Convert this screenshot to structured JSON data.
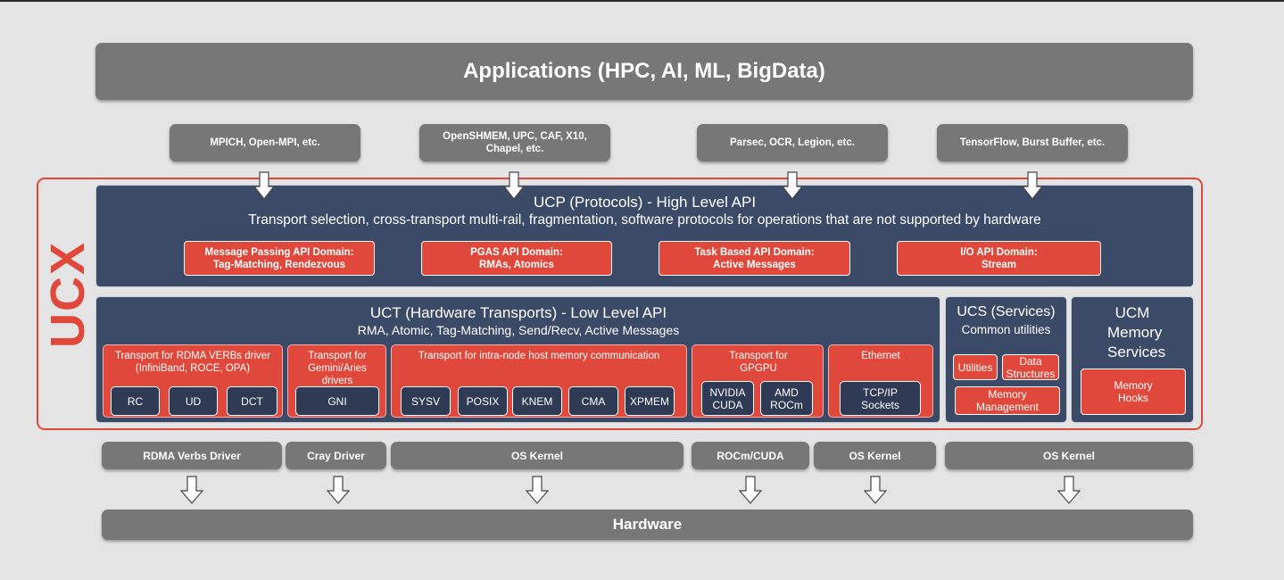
{
  "applications": "Applications (HPC, AI, ML, BigData)",
  "frameworks": [
    "MPICH, Open-MPI, etc.",
    "OpenSHMEM, UPC, CAF, X10, Chapel, etc.",
    "Parsec, OCR, Legion, etc.",
    "TensorFlow, Burst Buffer, etc."
  ],
  "ucx_label": "UCX",
  "ucp": {
    "title": "UCP (Protocols) - High Level API",
    "subtitle": "Transport selection, cross-transport multi-rail, fragmentation, software protocols for operations that are not supported by hardware",
    "domains": [
      {
        "line1": "Message Passing API Domain:",
        "line2": "Tag-Matching, Rendezvous"
      },
      {
        "line1": "PGAS API Domain:",
        "line2": "RMAs, Atomics"
      },
      {
        "line1": "Task Based API Domain:",
        "line2": "Active Messages"
      },
      {
        "line1": "I/O API Domain:",
        "line2": "Stream"
      }
    ]
  },
  "uct": {
    "title": "UCT (Hardware Transports) - Low Level API",
    "subtitle": "RMA, Atomic, Tag-Matching, Send/Recv, Active Messages",
    "groups": [
      {
        "label": "Transport for RDMA VERBs driver (InfiniBand, ROCE, OPA)",
        "items": [
          "RC",
          "UD",
          "DCT"
        ]
      },
      {
        "label": "Transport for Gemini/Aries drivers",
        "items": [
          "GNI"
        ]
      },
      {
        "label": "Transport for intra-node host memory communication",
        "items": [
          "SYSV",
          "POSIX",
          "KNEM",
          "CMA",
          "XPMEM"
        ]
      },
      {
        "label": "Transport for GPGPU",
        "items": [
          "NVIDIA CUDA",
          "AMD ROCm"
        ]
      },
      {
        "label": "Ethernet",
        "items": [
          "TCP/IP Sockets"
        ]
      }
    ]
  },
  "ucs": {
    "title": "UCS (Services)",
    "subtitle": "Common utilities",
    "items": [
      "Utilities",
      "Data Structures",
      "Memory Management"
    ]
  },
  "ucm": {
    "title": "UCM Memory Services",
    "items": [
      "Memory Hooks"
    ]
  },
  "drivers": [
    "RDMA Verbs Driver",
    "Cray Driver",
    "OS Kernel",
    "ROCm/CUDA",
    "OS Kernel",
    "OS Kernel"
  ],
  "hardware": "Hardware",
  "colors": {
    "background": "#e4e4e4",
    "gray_box": "#777777",
    "navy": "#3b4a66",
    "red": "#e0483c"
  }
}
